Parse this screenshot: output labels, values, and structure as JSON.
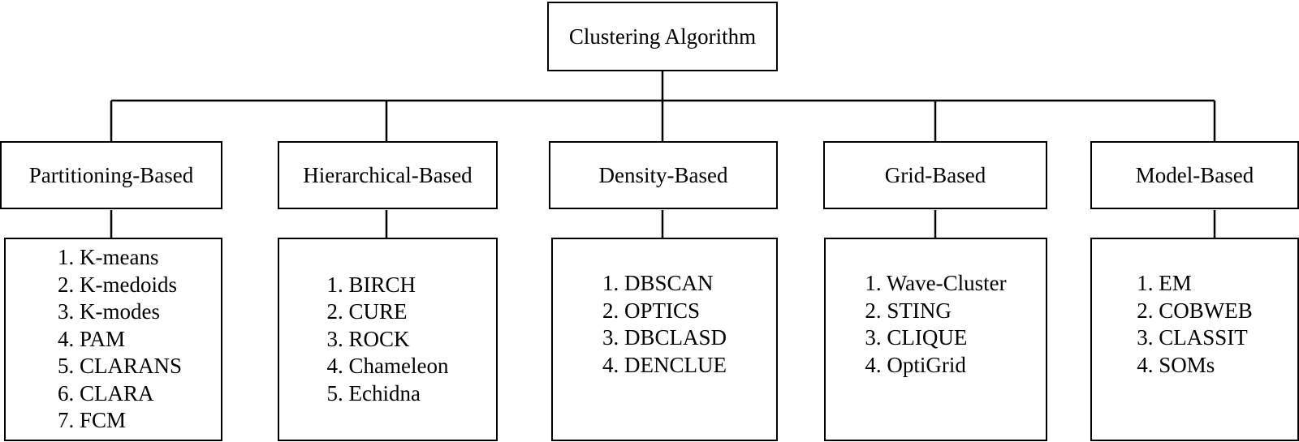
{
  "root": {
    "label": "Clustering Algorithm"
  },
  "categories": [
    {
      "label": "Partitioning-Based",
      "algorithms": [
        "1. K-means",
        "2. K-medoids",
        "3. K-modes",
        "4. PAM",
        "5. CLARANS",
        "6. CLARA",
        "7. FCM"
      ]
    },
    {
      "label": "Hierarchical-Based",
      "algorithms": [
        "1. BIRCH",
        "2. CURE",
        "3. ROCK",
        "4. Chameleon",
        "5. Echidna"
      ]
    },
    {
      "label": "Density-Based",
      "algorithms": [
        "1. DBSCAN",
        "2. OPTICS",
        "3. DBCLASD",
        "4. DENCLUE"
      ]
    },
    {
      "label": "Grid-Based",
      "algorithms": [
        "1. Wave-Cluster",
        "2. STING",
        "3. CLIQUE",
        "4. OptiGrid"
      ]
    },
    {
      "label": "Model-Based",
      "algorithms": [
        "1. EM",
        "2. COBWEB",
        "3. CLASSIT",
        "4. SOMs"
      ]
    }
  ]
}
